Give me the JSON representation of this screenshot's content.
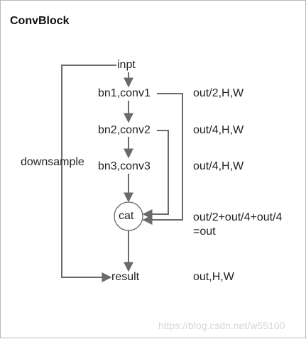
{
  "title": "ConvBlock",
  "nodes": {
    "input": "inpt",
    "bn1": "bn1,conv1",
    "bn2": "bn2,conv2",
    "bn3": "bn3,conv3",
    "cat": "cat",
    "result": "result"
  },
  "shapes": {
    "bn1": "out/2,H,W",
    "bn2": "out/4,H,W",
    "bn3": "out/4,H,W",
    "cat_line1": "out/2+out/4+out/4",
    "cat_line2": "=out",
    "result": "out,H,W"
  },
  "edge_labels": {
    "downsample": "downsample"
  },
  "watermark": "https://blog.csdn.net/w55100"
}
